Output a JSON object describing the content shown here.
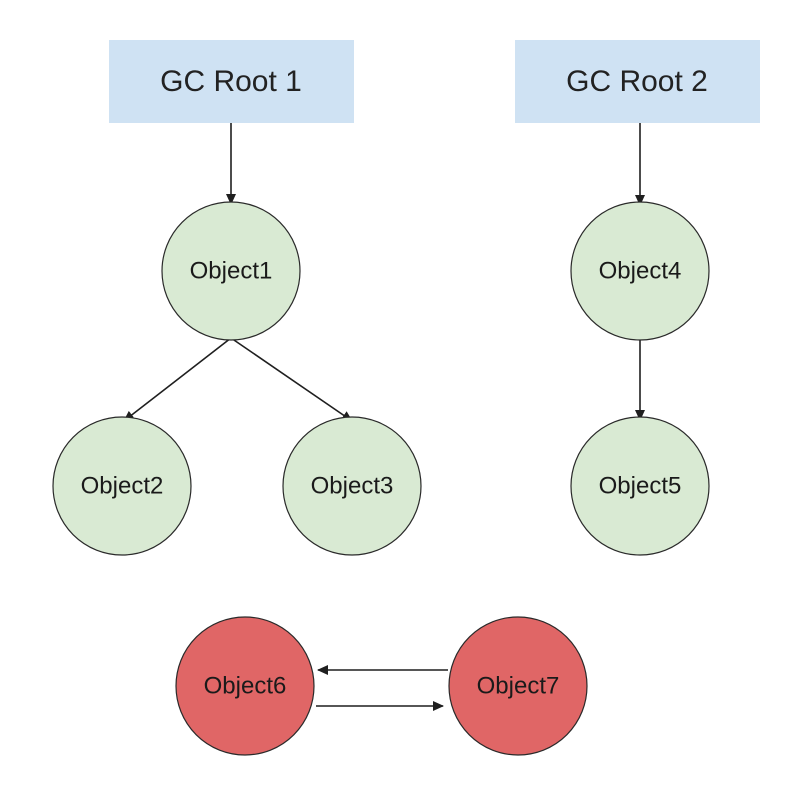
{
  "colors": {
    "root_fill": "#cfe2f3",
    "reachable_fill": "#d9ead3",
    "unreachable_fill": "#e06666",
    "edge": "#1f1f1f"
  },
  "roots": [
    {
      "id": "root1",
      "label": "GC Root 1"
    },
    {
      "id": "root2",
      "label": "GC Root 2"
    }
  ],
  "objects": [
    {
      "id": "o1",
      "label": "Object1",
      "reachable": true
    },
    {
      "id": "o2",
      "label": "Object2",
      "reachable": true
    },
    {
      "id": "o3",
      "label": "Object3",
      "reachable": true
    },
    {
      "id": "o4",
      "label": "Object4",
      "reachable": true
    },
    {
      "id": "o5",
      "label": "Object5",
      "reachable": true
    },
    {
      "id": "o6",
      "label": "Object6",
      "reachable": false
    },
    {
      "id": "o7",
      "label": "Object7",
      "reachable": false
    }
  ],
  "edges": [
    {
      "from": "root1",
      "to": "o1"
    },
    {
      "from": "o1",
      "to": "o2"
    },
    {
      "from": "o1",
      "to": "o3"
    },
    {
      "from": "root2",
      "to": "o4"
    },
    {
      "from": "o4",
      "to": "o5"
    },
    {
      "from": "o7",
      "to": "o6"
    },
    {
      "from": "o6",
      "to": "o7"
    }
  ]
}
